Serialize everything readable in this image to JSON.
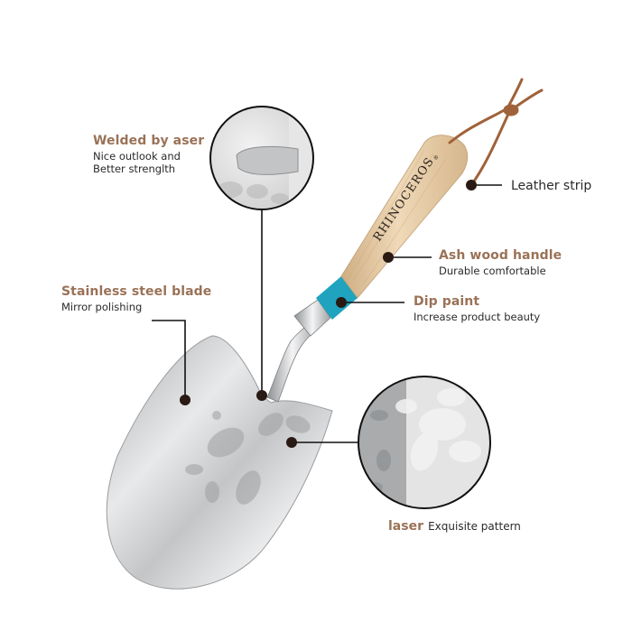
{
  "product": {
    "brand": "RHINOCEROS",
    "brand_mark": "®",
    "type": "Hand garden trowel"
  },
  "colors": {
    "label_title": "#9a7257",
    "label_text": "#2a2a2a",
    "handle_wood": "#e3c9a3",
    "dip_paint": "#1fa3bf",
    "leather": "#a0623a",
    "steel": "#c9cbcd",
    "leader_line": "#111111"
  },
  "callouts": [
    {
      "id": "welded",
      "title": "Welded by aser",
      "lines": [
        "Nice outlook and",
        "Better strenglth"
      ]
    },
    {
      "id": "blade",
      "title": "Stainless steel blade",
      "lines": [
        "Mirror polishing"
      ]
    },
    {
      "id": "leather",
      "title": "Leather strip",
      "lines": []
    },
    {
      "id": "handle",
      "title": "Ash wood handle",
      "lines": [
        "Durable comfortable"
      ]
    },
    {
      "id": "dip",
      "title": "Dip paint",
      "lines": [
        "Increase product beauty"
      ]
    },
    {
      "id": "laser",
      "title": "laser",
      "lines": [
        "Exquisite pattern"
      ]
    }
  ]
}
